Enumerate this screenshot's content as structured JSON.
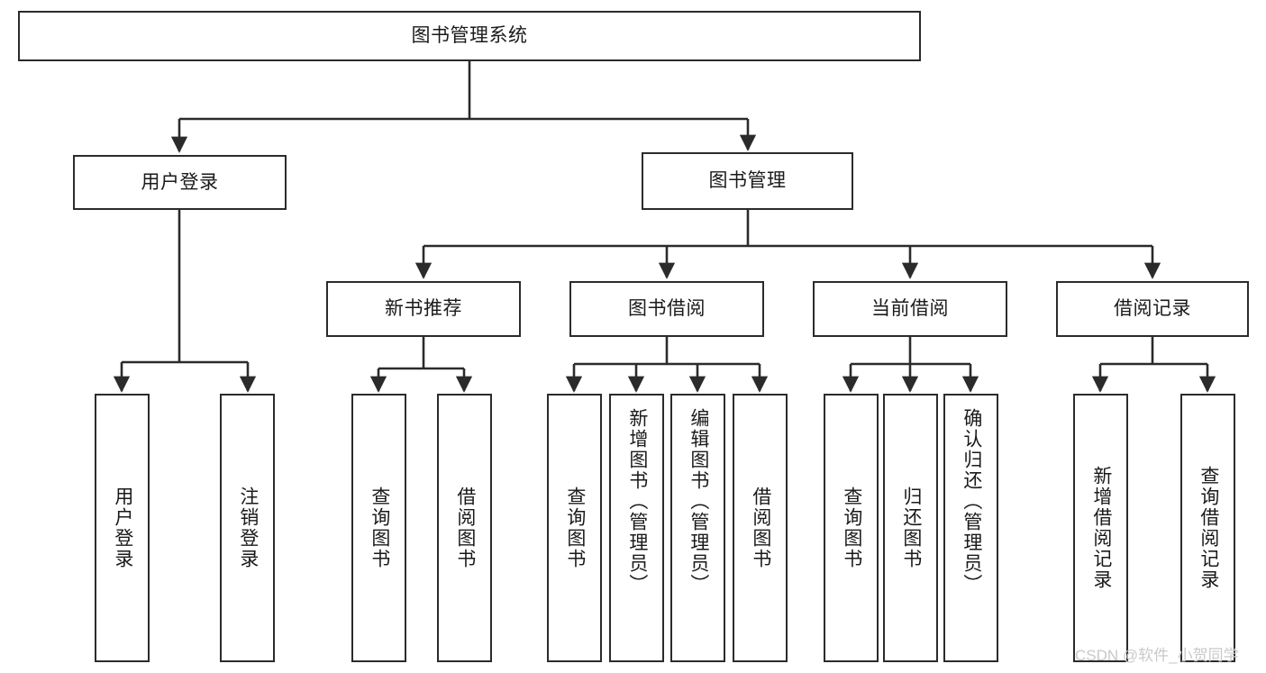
{
  "diagram": {
    "title": "图书管理系统",
    "type": "tree-hierarchy-diagram",
    "style": {
      "box_border_color": "#2b2b2b",
      "box_fill_color": "#ffffff",
      "connector_color": "#2b2b2b",
      "background": "#ffffff",
      "watermark_color": "#c9c9c9"
    },
    "root": {
      "label": "图书管理系统"
    },
    "level1": [
      {
        "label": "用户登录"
      },
      {
        "label": "图书管理"
      }
    ],
    "level2": [
      {
        "label": "新书推荐"
      },
      {
        "label": "图书借阅"
      },
      {
        "label": "当前借阅"
      },
      {
        "label": "借阅记录"
      }
    ],
    "leaves": {
      "user_login": [
        {
          "label": "用户登录"
        },
        {
          "label": "注销登录"
        }
      ],
      "new_book_recommend": [
        {
          "label": "查询图书"
        },
        {
          "label": "借阅图书"
        }
      ],
      "book_borrow": [
        {
          "label": "查询图书"
        },
        {
          "label": "新增图书（管理员）"
        },
        {
          "label": "编辑图书（管理员）"
        },
        {
          "label": "借阅图书"
        }
      ],
      "current_borrow": [
        {
          "label": "查询图书"
        },
        {
          "label": "归还图书"
        },
        {
          "label": "确认归还（管理员）"
        }
      ],
      "borrow_records": [
        {
          "label": "新增借阅记录"
        },
        {
          "label": "查询借阅记录"
        }
      ]
    },
    "watermark": "CSDN @软件_小贺同学"
  }
}
